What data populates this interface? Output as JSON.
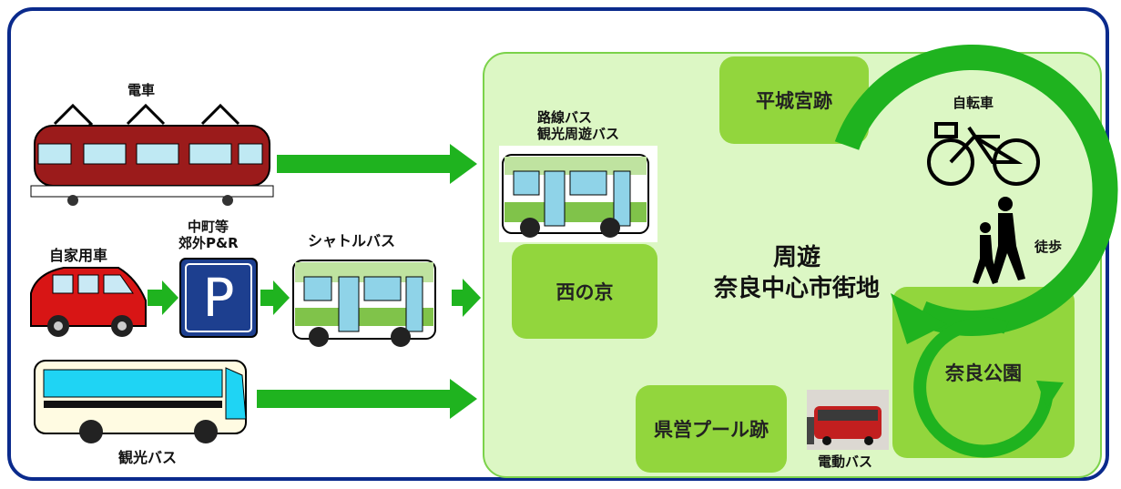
{
  "labels": {
    "train": "電車",
    "car": "自家用車",
    "park_ride": [
      "中町等",
      "郊外P&R"
    ],
    "shuttle_bus": "シャトルバス",
    "tour_bus": "観光バス",
    "route_bus": [
      "路線バス",
      "観光周遊バス"
    ],
    "bicycle": "自転車",
    "walking": "徒歩",
    "electric_bus": "電動バス",
    "parking_sign": "P"
  },
  "center": [
    "周遊",
    "奈良中心市街地"
  ],
  "spots": {
    "heijo": "平城宮跡",
    "nishinokyo": "西の京",
    "nara_park": "奈良公園",
    "pool": "県営プール跡"
  },
  "colors": {
    "frame": "#0a2a8c",
    "zone_bg": "#dcf7c4",
    "spot": "#92d63d",
    "arrow": "#1fb31f",
    "train": "#9b1b1b",
    "car": "#d81515",
    "parking": "#1d3f8f"
  }
}
